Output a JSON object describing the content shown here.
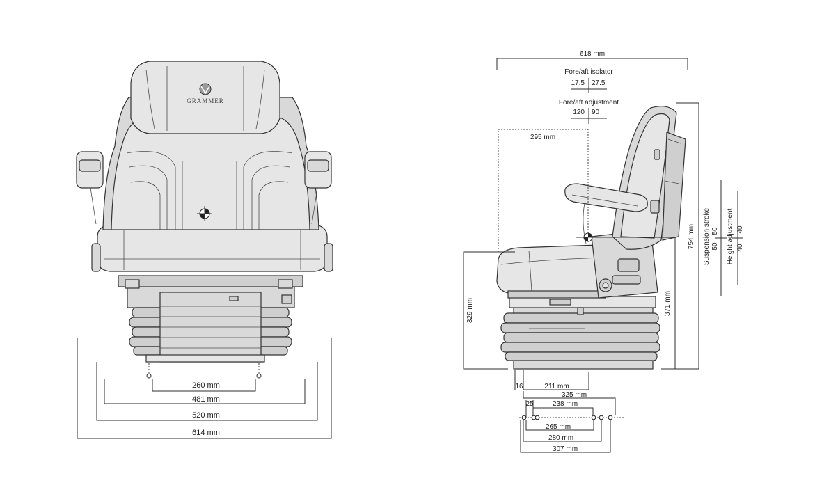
{
  "brand": "GRAMMER",
  "front_view": {
    "dims": {
      "d260": "260 mm",
      "d481": "481 mm",
      "d520": "520 mm",
      "d614": "614 mm"
    }
  },
  "side_view": {
    "dims": {
      "d618": "618 mm",
      "fore_aft_isolator_label": "Fore/aft isolator",
      "iso_left": "17.5",
      "iso_right": "27.5",
      "fore_aft_adjustment_label": "Fore/aft adjustment",
      "adj_left": "120",
      "adj_right": "90",
      "d295": "295 mm",
      "d754": "754 mm",
      "suspension_stroke_label": "Suspension stroke",
      "stroke_a": "50",
      "stroke_b": "50",
      "height_adjustment_label": "Height adjustment",
      "height_a": "40",
      "height_b": "40",
      "d329": "329 mm",
      "d371": "371 mm",
      "d16": "16",
      "d211": "211 mm",
      "d325": "325 mm",
      "d25": "25",
      "d238": "238 mm",
      "d265": "265 mm",
      "d280": "280 mm",
      "d307": "307 mm"
    }
  }
}
